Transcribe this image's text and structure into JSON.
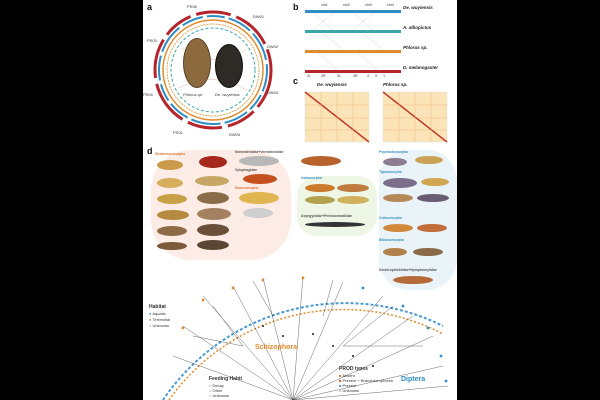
{
  "panels": {
    "a": "a",
    "b": "b",
    "c": "c",
    "d": "d"
  },
  "panel_a": {
    "scaffolds": [
      "PS06",
      "DW01",
      "DW02",
      "DW03",
      "DW04",
      "PS01",
      "PS04",
      "PS03"
    ],
    "species_left": "Phlorus sp.",
    "species_right": "De. wuyiensis"
  },
  "panel_b": {
    "species": [
      "De. wuyiensis",
      "A. albopictus",
      "Phlorus sp.",
      "D. melanogaster"
    ],
    "top_chroms": [
      "chr1",
      "chr2",
      "chr3",
      "chr4"
    ],
    "bottom_chroms": [
      "2L",
      "2R",
      "3L",
      "3R",
      "4",
      "X",
      "Y"
    ]
  },
  "panel_c": {
    "titles": [
      "De. wuyiensis",
      "Phlorus sp."
    ]
  },
  "panel_d": {
    "groups": [
      {
        "label": "Stratiomyomorpha",
        "color": "#d9793a"
      },
      {
        "label": "Nemestrinidae+Vermileonidae",
        "color": "#555555"
      },
      {
        "label": "Xylophagidae",
        "color": "#555555"
      },
      {
        "label": "Muscomorpha",
        "color": "#d9793a"
      },
      {
        "label": "Psychodomorpha",
        "color": "#3a8fc0"
      },
      {
        "label": "Tipulomorpha",
        "color": "#3a8fc0"
      },
      {
        "label": "Asilomorpha",
        "color": "#3a8fc0"
      },
      {
        "label": "Asyngynidae+Perissommatidae",
        "color": "#555555"
      },
      {
        "label": "Culicomorpha",
        "color": "#3a8fc0"
      },
      {
        "label": "Bibionomorpha",
        "color": "#3a8fc0"
      },
      {
        "label": "Deuterophlebiidae+Nymphomyiidae",
        "color": "#555555"
      }
    ],
    "habitat": {
      "title": "Habitat",
      "items": [
        "Aquatic",
        "Terrestrial",
        "Unknown"
      ],
      "colors": [
        "#3a8fc0",
        "#d9793a",
        "#bbbbbb"
      ]
    },
    "feeding": {
      "title": "Feeding Habit",
      "items": [
        "Decay",
        "Other",
        "Unknown"
      ]
    },
    "prod": {
      "title": "PROD types",
      "items": [
        "Absent",
        "Present + Branched spinesh",
        "Present",
        "Unknown"
      ],
      "colors": [
        "#e1701f",
        "#d9493b",
        "#3a8fc0",
        "#cccccc"
      ]
    },
    "clade_schizophora": "Schizophora",
    "clade_diptera": "Diptera"
  },
  "colors": {
    "orange": "#e08a2e",
    "blue": "#2f8cc4",
    "red": "#b5242a",
    "teal": "#3aa6a6"
  }
}
